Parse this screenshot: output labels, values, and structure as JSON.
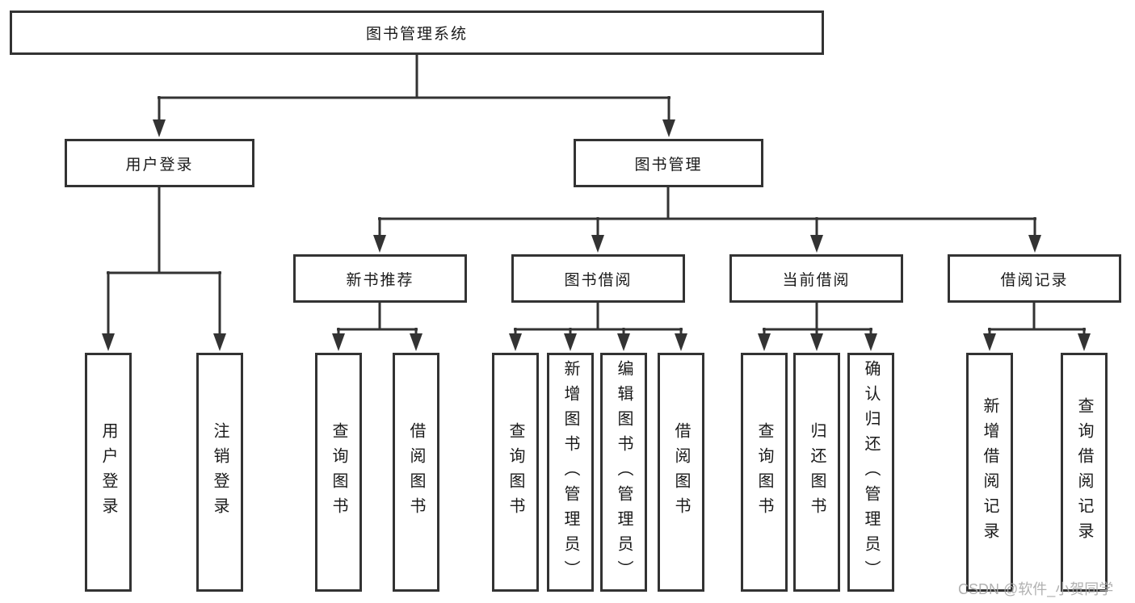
{
  "tree": {
    "root": "图书管理系统",
    "branches": [
      {
        "label": "用户登录",
        "children": [
          "用户登录",
          "注销登录"
        ]
      },
      {
        "label": "图书管理",
        "children": [
          {
            "label": "新书推荐",
            "children": [
              "查询图书",
              "借阅图书"
            ]
          },
          {
            "label": "图书借阅",
            "children": [
              "查询图书",
              "新增图书（管理员）",
              "编辑图书（管理员）",
              "借阅图书"
            ]
          },
          {
            "label": "当前借阅",
            "children": [
              "查询图书",
              "归还图书",
              "确认归还（管理员）"
            ]
          },
          {
            "label": "借阅记录",
            "children": [
              "新增借阅记录",
              "查询借阅记录"
            ]
          }
        ]
      }
    ]
  },
  "watermark": {
    "text": "CSDN @软件_小贺同学"
  },
  "colors": {
    "line": "#333333",
    "watermark": "#a9a9a9",
    "background": "#ffffff"
  }
}
